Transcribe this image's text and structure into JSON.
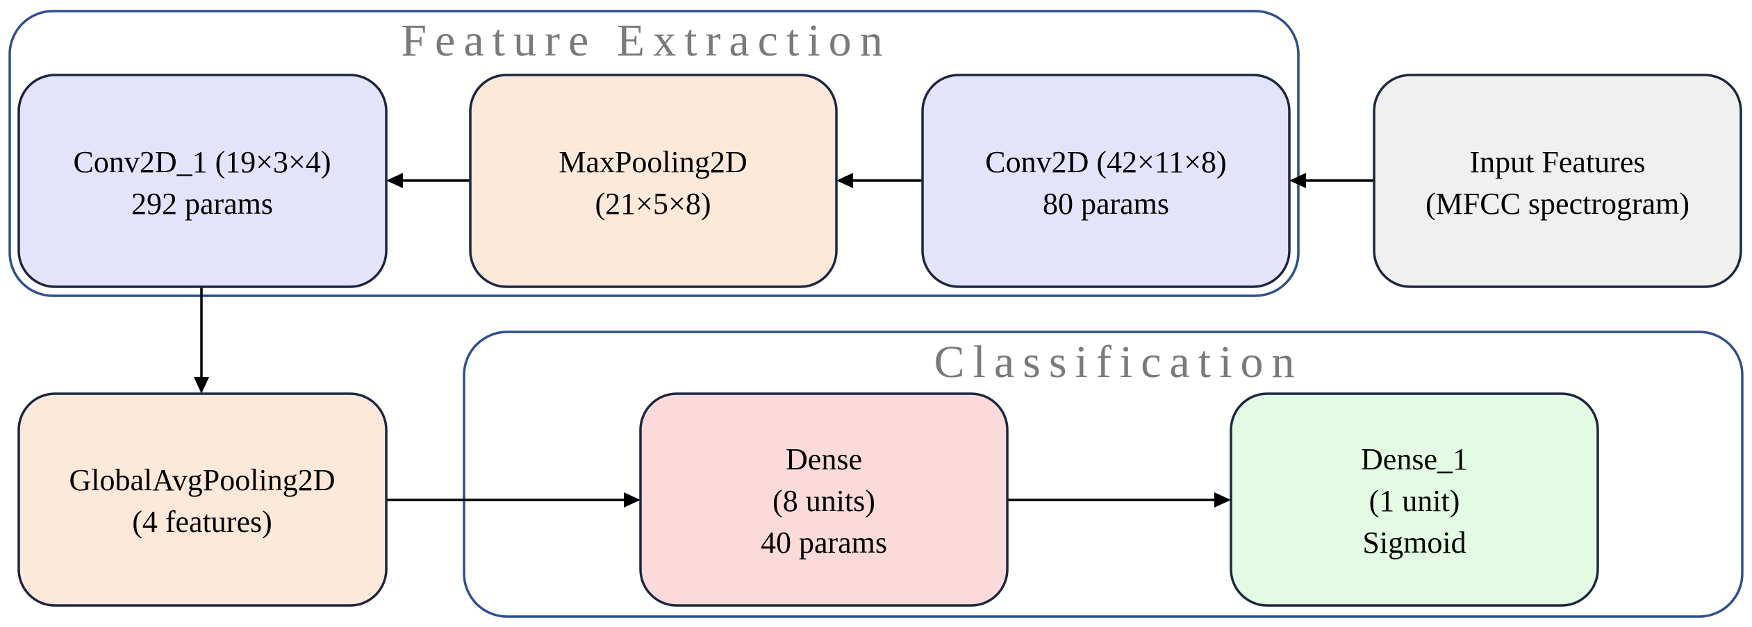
{
  "groups": {
    "feature_extraction": {
      "title": "Feature Extraction"
    },
    "classification": {
      "title": "Classification"
    }
  },
  "nodes": {
    "input": {
      "line1": "Input Features",
      "line2": "(MFCC spectrogram)",
      "fill": "#f0f0f0"
    },
    "conv2d": {
      "line1": "Conv2D (42×11×8)",
      "line2": "80 params",
      "fill": "#e3e3fb"
    },
    "maxpool": {
      "line1": "MaxPooling2D",
      "line2": "(21×5×8)",
      "fill": "#fde9d9"
    },
    "conv2d_1": {
      "line1": "Conv2D_1 (19×3×4)",
      "line2": "292 params",
      "fill": "#e3e3fb"
    },
    "gap": {
      "line1": "GlobalAvgPooling2D",
      "line2": "(4 features)",
      "fill": "#fde9d9"
    },
    "dense": {
      "line1": "Dense",
      "line2": "(8 units)",
      "line3": "40 params",
      "fill": "#fddada"
    },
    "dense_1": {
      "line1": "Dense_1",
      "line2": "(1 unit)",
      "line3": "Sigmoid",
      "fill": "#e2fbe2"
    }
  },
  "colors": {
    "group_border": "#2f4f8f",
    "group_title": "#7a7a7a",
    "node_border": "#1c2640",
    "arrow": "#000000"
  }
}
